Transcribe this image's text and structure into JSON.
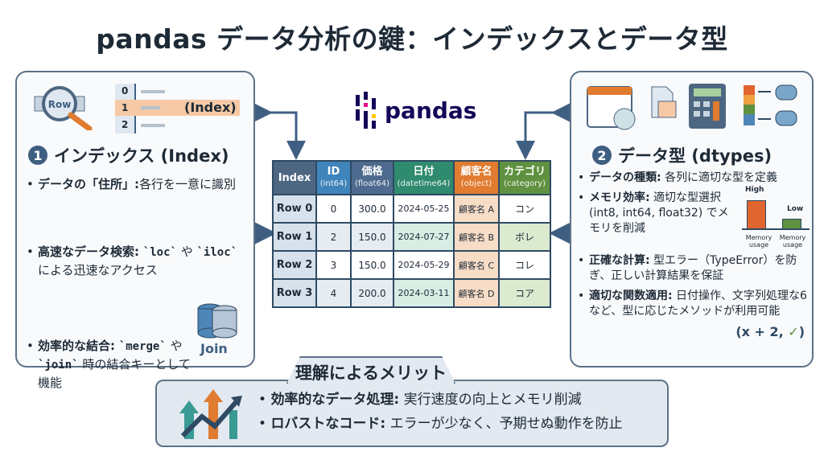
{
  "title": "pandas データ分析の鍵：インデックスとデータ型",
  "logo": {
    "text": "pandas"
  },
  "left": {
    "icon_row_label": "Row",
    "index_rows": [
      "0",
      "1",
      "2"
    ],
    "index_label": "(Index)",
    "number": "1",
    "heading": "インデックス (Index)",
    "bullets": [
      {
        "bold": "データの「住所」:",
        "text": "各行を一意に識別"
      },
      {
        "bold": "高速なデータ検索:",
        "pre": " ",
        "code1": "`loc`",
        "mid": " や ",
        "code2": "`iloc`",
        "text": " による迅速なアクセス"
      },
      {
        "bold": "効率的な結合:",
        "pre": " ",
        "code1": "`merge`",
        "mid": " や ",
        "code2": "`join`",
        "text": " 時の結合キーとして機能"
      }
    ],
    "join_label": "Join"
  },
  "table": {
    "headers": [
      {
        "name": "Index",
        "type": "",
        "color": "#4d6681"
      },
      {
        "name": "ID",
        "type": "(int64)",
        "color": "#3f84ba"
      },
      {
        "name": "価格",
        "type": "(float64)",
        "color": "#4e6b8f"
      },
      {
        "name": "日付",
        "type": "(datetime64)",
        "color": "#2f8a6e"
      },
      {
        "name": "顧客名",
        "type": "(object)",
        "color": "#e07b2f"
      },
      {
        "name": "カテゴリ",
        "type": "(category)",
        "color": "#5f9140"
      }
    ],
    "rows": [
      [
        "Row 0",
        "0",
        "300.0",
        "2024-05-25",
        "顧客名 A",
        "コン"
      ],
      [
        "Row 1",
        "2",
        "150.0",
        "2024-07-27",
        "顧客名 B",
        "ボレ"
      ],
      [
        "Row 2",
        "3",
        "150.0",
        "2024-05-29",
        "顧客名 C",
        "コレ"
      ],
      [
        "Row 3",
        "4",
        "200.0",
        "2024-03-11",
        "顧客名 D",
        "コア"
      ]
    ]
  },
  "right": {
    "number": "2",
    "heading": "データ型 (dtypes)",
    "bullets": [
      {
        "bold": "データの種類:",
        "text": " 各列に適切な型を定義"
      },
      {
        "bold": "メモリ効率:",
        "text": " 適切な型選択 (int8, int64, float32) でメモリを削減"
      },
      {
        "bold": "正確な計算:",
        "text": " 型エラー（TypeError）を防ぎ、正しい計算結果を保証"
      },
      {
        "bold": "適切な関数適用:",
        "text": " 日付操作、文字列処理な6など、型に応じたメソッドが利用可能"
      }
    ],
    "memory_chart": {
      "high_label": "High",
      "low_label": "Low",
      "axis_label": "Memory usage",
      "high": 1.0,
      "low": 0.35
    },
    "example": "(x + 2, ",
    "check": "✓",
    "example_end": ")"
  },
  "bottom": {
    "title": "理解によるメリット",
    "bullets": [
      {
        "bold": "効率的なデータ処理:",
        "text": " 実行速度の向上とメモリ削減"
      },
      {
        "bold": "ロバストなコード:",
        "text": " エラーが少なく、予期せぬ動作を防止"
      }
    ]
  }
}
